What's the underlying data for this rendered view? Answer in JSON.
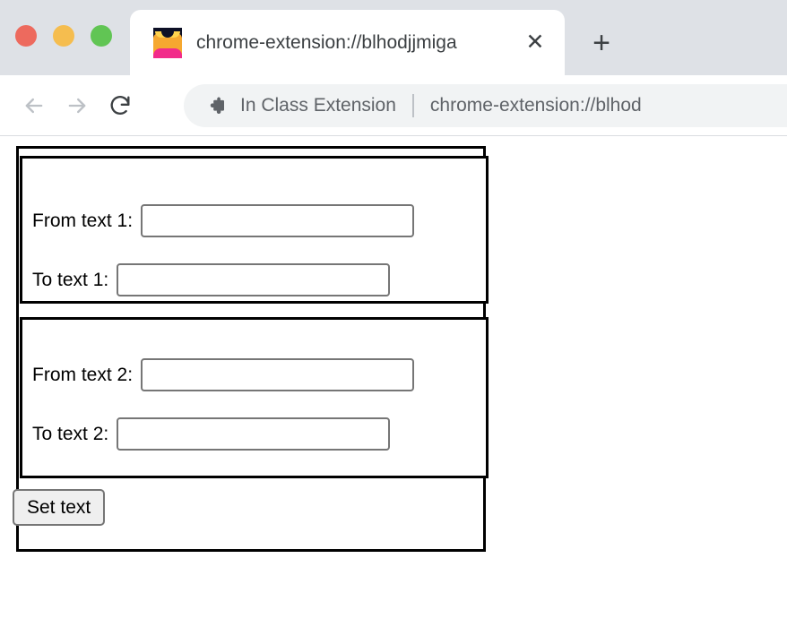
{
  "window": {
    "traffic_lights": [
      {
        "name": "close",
        "color": "#ed6a5e"
      },
      {
        "name": "minimize",
        "color": "#f5bd4f"
      },
      {
        "name": "maximize",
        "color": "#61c554"
      }
    ]
  },
  "tabstrip": {
    "tab": {
      "title": "chrome-extension://blhodjjmiga",
      "favicon": "extension-favicon",
      "close_label": "✕"
    },
    "new_tab_label": "+"
  },
  "toolbar": {
    "back_icon": "back-arrow-icon",
    "forward_icon": "forward-arrow-icon",
    "reload_icon": "reload-icon",
    "omnibox": {
      "extension_icon": "puzzle-piece-icon",
      "extension_name": "In Class Extension",
      "url": "chrome-extension://blhod"
    }
  },
  "page": {
    "fieldsets": [
      {
        "id": "fieldset-1",
        "rows": [
          {
            "label": "From text 1:",
            "value": "",
            "placeholder": ""
          },
          {
            "label": "To text 1:",
            "value": "",
            "placeholder": ""
          }
        ]
      },
      {
        "id": "fieldset-2",
        "rows": [
          {
            "label": "From text 2:",
            "value": "",
            "placeholder": ""
          },
          {
            "label": "To text 2:",
            "value": "",
            "placeholder": ""
          }
        ]
      }
    ],
    "submit_label": "Set text"
  },
  "colors": {
    "tabstrip_bg": "#dee1e6",
    "omnibox_bg": "#f1f3f4",
    "border_black": "#000000",
    "input_border": "#767676",
    "button_bg": "#efefef",
    "muted_text": "#5f6368"
  }
}
